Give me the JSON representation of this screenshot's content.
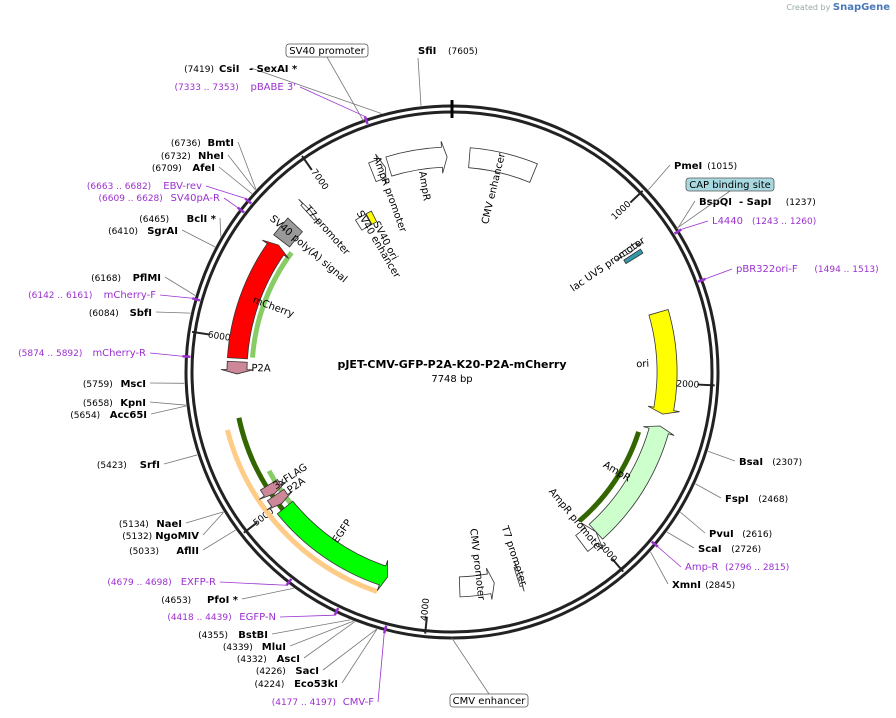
{
  "credit": {
    "prefix": "Created by",
    "brand": "SnapGene"
  },
  "plasmid": {
    "name": "pJET-CMV-GFP-P2A-K20-P2A-mCherry",
    "length_label": "7748 bp",
    "length": 7748
  },
  "colors": {
    "backbone": "#222222",
    "site": "#000000",
    "primer": "#9b30d0",
    "ticks": "#222222"
  },
  "ticks": [
    {
      "pos": 1000,
      "label": "1000"
    },
    {
      "pos": 2000,
      "label": "2000"
    },
    {
      "pos": 3000,
      "label": "3000"
    },
    {
      "pos": 4000,
      "label": "4000"
    },
    {
      "pos": 5000,
      "label": "5000"
    },
    {
      "pos": 6000,
      "label": "6000"
    },
    {
      "pos": 7000,
      "label": "7000"
    }
  ],
  "features": [
    {
      "name": "ori",
      "start": 1590,
      "end": 2180,
      "ring": 0,
      "dir": 1,
      "color": "#ffff00",
      "label": "ori"
    },
    {
      "name": "AmpR",
      "start": 2250,
      "end": 2970,
      "ring": 0,
      "dir": -1,
      "color": "#ccffcc",
      "label": "AmpR"
    },
    {
      "name": "AmpR promoter",
      "start": 2970,
      "end": 3075,
      "ring": 0,
      "dir": -1,
      "color": "#ffffff",
      "label": "AmpR promoter"
    },
    {
      "name": "T7 promoter",
      "start": 3475,
      "end": 3495,
      "ring": 0,
      "dir": -1,
      "color": "#ffffff",
      "label": "T7 promoter"
    },
    {
      "name": "CMV promoter",
      "start": 3630,
      "end": 3830,
      "ring": 0,
      "dir": -1,
      "color": "#ffffff",
      "label": "CMV promoter"
    },
    {
      "name": "EGFP",
      "start": 4250,
      "end": 4970,
      "ring": 0,
      "dir": -1,
      "color": "#00ff00",
      "label": "EGFP"
    },
    {
      "name": "P2A",
      "start": 5000,
      "end": 5060,
      "ring": 0,
      "dir": -1,
      "color": "#cc8899",
      "label": "P2A"
    },
    {
      "name": "3xFLAG",
      "start": 5070,
      "end": 5130,
      "ring": 0,
      "dir": -1,
      "color": "#cc8899",
      "label": "3xFLAG"
    },
    {
      "name": "P2A",
      "start": 5800,
      "end": 5870,
      "ring": 0,
      "dir": -1,
      "color": "#cc8899",
      "label": "P2A"
    },
    {
      "name": "mCherry",
      "start": 5890,
      "end": 6590,
      "ring": 0,
      "dir": 1,
      "color": "#ff0000",
      "label": "mCherry"
    },
    {
      "name": "SV40 poly(A) signal",
      "start": 6620,
      "end": 6740,
      "ring": 0,
      "dir": 0,
      "color": "#999999",
      "label": "SV40 poly(A) signal"
    },
    {
      "name": "T7 promoter",
      "start": 6840,
      "end": 6860,
      "ring": 0,
      "dir": 1,
      "color": "#ffffff",
      "label": "T7 promoter"
    },
    {
      "name": "AmpR promoter",
      "start": 7280,
      "end": 7360,
      "ring": 0,
      "dir": 1,
      "color": "#ffffff",
      "label": "AmpR promoter"
    },
    {
      "name": "AmpR",
      "start": 7380,
      "end": 7720,
      "ring": 0,
      "dir": 1,
      "color": "#ffffff",
      "label": "AmpR"
    },
    {
      "name": "CMV enhancer",
      "start": 100,
      "end": 480,
      "ring": 0,
      "dir": 0,
      "color": "#ffffff",
      "label": "CMV enhancer"
    },
    {
      "name": "lac UV5 promoter",
      "start": 1180,
      "end": 1210,
      "ring": 0,
      "dir": 1,
      "color": "#ffffff",
      "label": "lac UV5 promoter"
    },
    {
      "name": "CAP binding site",
      "start": 1225,
      "end": 1250,
      "ring": 0,
      "dir": 0,
      "color": "#3399aa",
      "label": ""
    },
    {
      "name": "SV40 enhancer",
      "start": 7050,
      "end": 7130,
      "ring": 1,
      "dir": 0,
      "color": "#ffffff",
      "label": "SV40 enhancer"
    },
    {
      "name": "SV40 ori",
      "start": 7135,
      "end": 7175,
      "ring": 1,
      "dir": 0,
      "color": "#ffff00",
      "label": "SV40 ori"
    }
  ],
  "orfs": [
    {
      "start": 4280,
      "end": 5500,
      "r": 232,
      "color": "#ffcc88"
    },
    {
      "start": 4300,
      "end": 5550,
      "r": 218,
      "color": "#336600"
    },
    {
      "start": 4330,
      "end": 5200,
      "r": 208,
      "color": "#88cc66"
    },
    {
      "start": 2320,
      "end": 3000,
      "r": 196,
      "color": "#336600"
    },
    {
      "start": 5900,
      "end": 6600,
      "r": 200,
      "color": "#88cc66"
    }
  ],
  "sites_right": [
    {
      "name": "PmeI",
      "pos": "(1015)"
    },
    {
      "name": "BspQI",
      "sep": "- ",
      "name2": "SapI",
      "pos": "(1237)"
    },
    {
      "name": "BsaI",
      "pos": "(2307)"
    },
    {
      "name": "FspI",
      "pos": "(2468)"
    },
    {
      "name": "PvuI",
      "pos": "(2616)"
    },
    {
      "name": "ScaI",
      "pos": "(2726)"
    },
    {
      "name": "XmnI",
      "pos": "(2845)"
    }
  ],
  "sites_left": [
    {
      "name": "SfiI",
      "pos": "(7605)"
    },
    {
      "name": "CsiI",
      "name2": "SexAI *",
      "pos": "(7419)"
    },
    {
      "name": "BmtI",
      "pos": "(6736)"
    },
    {
      "name": "NheI",
      "pos": "(6732)"
    },
    {
      "name": "AfeI",
      "pos": "(6709)"
    },
    {
      "name": "BclI *",
      "pos": "(6465)"
    },
    {
      "name": "SgrAI",
      "pos": "(6410)"
    },
    {
      "name": "PflMI",
      "pos": "(6168)"
    },
    {
      "name": "SbfI",
      "pos": "(6084)"
    },
    {
      "name": "MscI",
      "pos": "(5759)"
    },
    {
      "name": "KpnI",
      "pos": "(5658)"
    },
    {
      "name": "Acc65I",
      "pos": "(5654)"
    },
    {
      "name": "SrfI",
      "pos": "(5423)"
    },
    {
      "name": "NaeI",
      "pos": "(5134)"
    },
    {
      "name": "NgoMIV",
      "pos": "(5132)"
    },
    {
      "name": "AflII",
      "pos": "(5033)"
    },
    {
      "name": "PfoI *",
      "pos": "(4653)"
    },
    {
      "name": "BstBI",
      "pos": "(4355)"
    },
    {
      "name": "MluI",
      "pos": "(4339)"
    },
    {
      "name": "AscI",
      "pos": "(4332)"
    },
    {
      "name": "SacI",
      "pos": "(4226)"
    },
    {
      "name": "Eco53kI",
      "pos": "(4224)"
    }
  ],
  "primers": [
    {
      "name": "pBABE 3'",
      "pos": "(7333 .. 7353)"
    },
    {
      "name": "EBV-rev",
      "pos": "(6663 .. 6682)"
    },
    {
      "name": "SV40pA-R",
      "pos": "(6609 .. 6628)"
    },
    {
      "name": "mCherry-F",
      "pos": "(6142 .. 6161)"
    },
    {
      "name": "mCherry-R",
      "pos": "(5874 .. 5892)"
    },
    {
      "name": "EXFP-R",
      "pos": "(4679 .. 4698)"
    },
    {
      "name": "EGFP-N",
      "pos": "(4418 .. 4439)"
    },
    {
      "name": "CMV-F",
      "pos": "(4177 .. 4197)"
    },
    {
      "name": "L4440",
      "pos": "(1243 .. 1260)"
    },
    {
      "name": "pBR322ori-F",
      "pos": "(1494 .. 1513)"
    },
    {
      "name": "Amp-R",
      "pos": "(2796 .. 2815)"
    }
  ],
  "boxed_labels": [
    {
      "name": "SV40 promoter"
    },
    {
      "name": "CAP binding site"
    },
    {
      "name": "CMV enhancer"
    }
  ]
}
